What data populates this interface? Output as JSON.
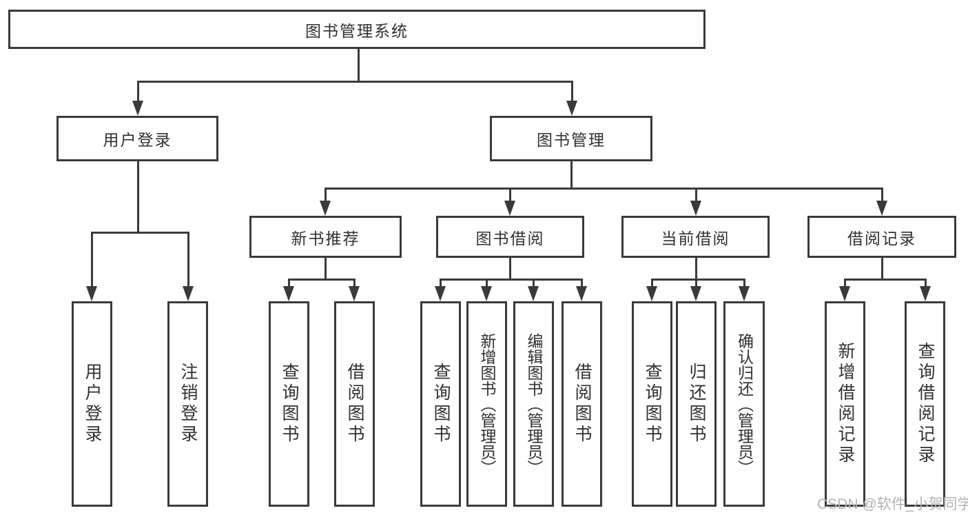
{
  "colors": {
    "line": "#3a3a3a",
    "text": "#303030",
    "watermark": "#b3b3b3",
    "background": "#ffffff"
  },
  "nodes": {
    "root": "图书管理系统",
    "level2": [
      "用户登录",
      "图书管理"
    ],
    "level3": [
      "新书推荐",
      "图书借阅",
      "当前借阅",
      "借阅记录"
    ],
    "level4": [
      "用户登录",
      "注销登录",
      "查询图书",
      "借阅图书",
      "查询图书",
      "新增图书（管理员）",
      "编辑图书（管理员）",
      "借阅图书",
      "查询图书",
      "归还图书",
      "确认归还（管理员）",
      "新增借阅记录",
      "查询借阅记录"
    ]
  },
  "watermark": "CSDN @软件_小贺同学"
}
